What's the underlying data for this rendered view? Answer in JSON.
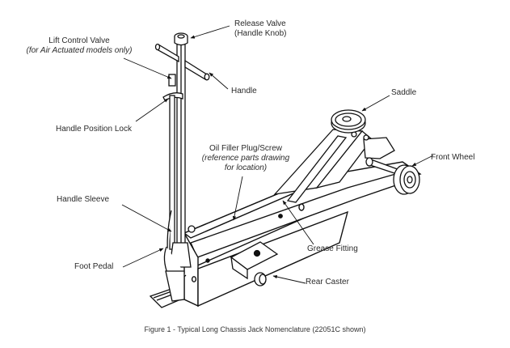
{
  "figure": {
    "caption": "Figure 1 - Typical Long Chassis Jack Nomenclature (22051C shown)",
    "labels": {
      "release_valve": {
        "line1": "Release Valve",
        "line2": "(Handle Knob)"
      },
      "lift_control_valve": {
        "line1": "Lift Control Valve",
        "line2": "(for Air Actuated models only)"
      },
      "handle": "Handle",
      "handle_position_lock": "Handle Position Lock",
      "oil_filler": {
        "line1": "Oil Filler Plug/Screw",
        "line2": "(reference parts drawing",
        "line3": "for location)"
      },
      "saddle": "Saddle",
      "front_wheel": "Front Wheel",
      "handle_sleeve": "Handle Sleeve",
      "grease_fitting": "Grease Fitting",
      "foot_pedal": "Foot Pedal",
      "rear_caster": "Rear Caster"
    }
  }
}
